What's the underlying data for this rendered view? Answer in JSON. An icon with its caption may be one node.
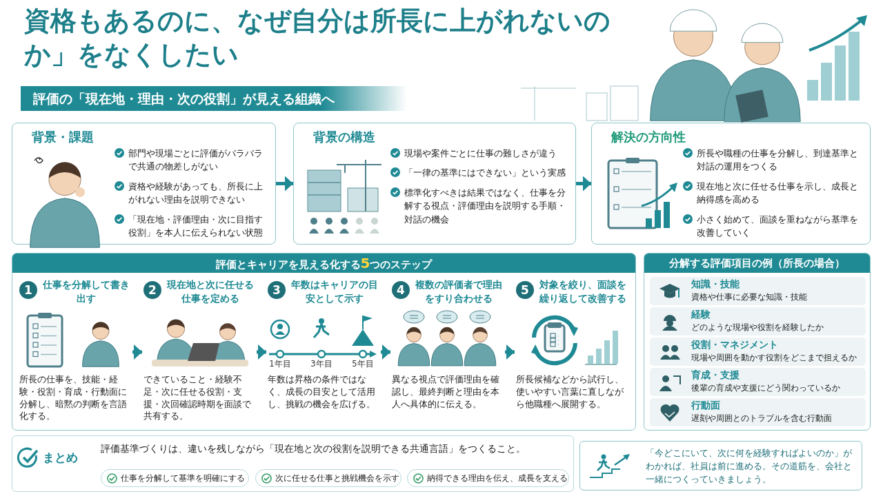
{
  "diagram": {
    "title": "資格もあるのに、なぜ自分は所長に上がれないのか」をなくしたい",
    "nodes": [
      {
        "text": [
          "評価の「現在地・理由・次の役割」が見える組織へ"
        ]
      },
      {
        "text": [
          "背景・課題",
          "部門や現場ごとに評価がバラバラで共通の物差しがない",
          "資格や経験があっても、所長に上がれない理由を説明できない",
          "「現在地・評価理由・次に目指す役割」を本人に伝えられない状態"
        ]
      },
      {
        "text": [
          "背景の構造",
          "現場や案件ごとに仕事の難しさが違う",
          "「一律の基準にはできない」という実感",
          "標準化すべきは結果ではなく、仕事を分解する視点・評価理由を説明する手順・対話の機会"
        ]
      },
      {
        "text": [
          "解決の方向性",
          "所長や職種の仕事を分解し、到達基準と対話の運用をつくる",
          "現在地と次に任せる仕事を示し、成長と納得感を高める",
          "小さく始めて、面談を重ねながら基準を改善していく"
        ]
      },
      {
        "text": [
          "評価とキャリアを見える化する**5**つのステップ"
        ]
      },
      {
        "text": [
          "1",
          "仕事を分解して書き出す",
          "所長の仕事を、技能・経験・役割・育成・行動面に分解し、暗黙の判断を言語化する。"
        ],
        "in": 4
      },
      {
        "text": [
          "2",
          "現在地と次に任せる仕事を定める",
          "できていること・経験不足・次に任せる役割・支援・次回確認時期を面談で共有する。"
        ],
        "in": 4
      },
      {
        "text": [
          "3",
          "年数はキャリアの目安として示す",
          "1年目",
          "3年目",
          "5年目",
          "年数は昇格の条件ではなく、成長の目安として活用し、挑戦の機会を広げる。"
        ],
        "in": 4
      },
      {
        "text": [
          "4",
          "複数の評価者で理由をすり合わせる",
          "異なる視点で評価理由を確認し、最終判断と理由を本人へ具体的に伝える。"
        ],
        "in": 4
      },
      {
        "text": [
          "5",
          "対象を絞り、面談を繰り返して改善する",
          "所長候補などから試行し、使いやすい言葉に直しながら他職種へ展開する。"
        ],
        "in": 4
      },
      {
        "text": [
          "分解する評価項目の例（所長の場合）"
        ]
      },
      {
        "text": [
          "知識・技能",
          "資格や仕事に必要な知識・技能"
        ],
        "in": 10
      },
      {
        "text": [
          "経験",
          "どのような現場や役割を経験したか"
        ],
        "in": 10
      },
      {
        "text": [
          "役割・マネジメント",
          "現場や周囲を動かす役割をどこまで担えるか"
        ],
        "in": 10
      },
      {
        "text": [
          "育成・支援",
          "後輩の育成や支援にどう関わっているか"
        ],
        "in": 10
      },
      {
        "text": [
          "行動面",
          "遅刻や周囲とのトラブルを含む行動面"
        ],
        "in": 10
      },
      {
        "text": [
          "まとめ",
          "評価基準づくりは、違いを残しながら「現在地と次の役割を説明できる共通言語」をつくること。"
        ]
      },
      {
        "text": [
          "仕事を分解して基準を明確にする"
        ],
        "in": 16
      },
      {
        "text": [
          "次に任せる仕事と挑戦機会を示す"
        ],
        "in": 16
      },
      {
        "text": [
          "納得できる理由を伝え、成長を支える"
        ],
        "in": 16
      },
      {
        "text": [
          "「今どこにいて、次に何を経験すればよいのか」がわかれば、社員は前に進める。その道筋を、会社と一緒につくっていきましょう。"
        ]
      }
    ],
    "edges": [
      {
        "from": 1,
        "to": 2,
        "arrow": "to"
      },
      {
        "from": 2,
        "to": 3,
        "arrow": "to"
      },
      {
        "from": 5,
        "to": 6,
        "arrow": "to"
      },
      {
        "from": 6,
        "to": 7,
        "arrow": "to"
      },
      {
        "from": 7,
        "to": 8,
        "arrow": "to"
      },
      {
        "from": 8,
        "to": 9,
        "arrow": "to"
      }
    ]
  }
}
